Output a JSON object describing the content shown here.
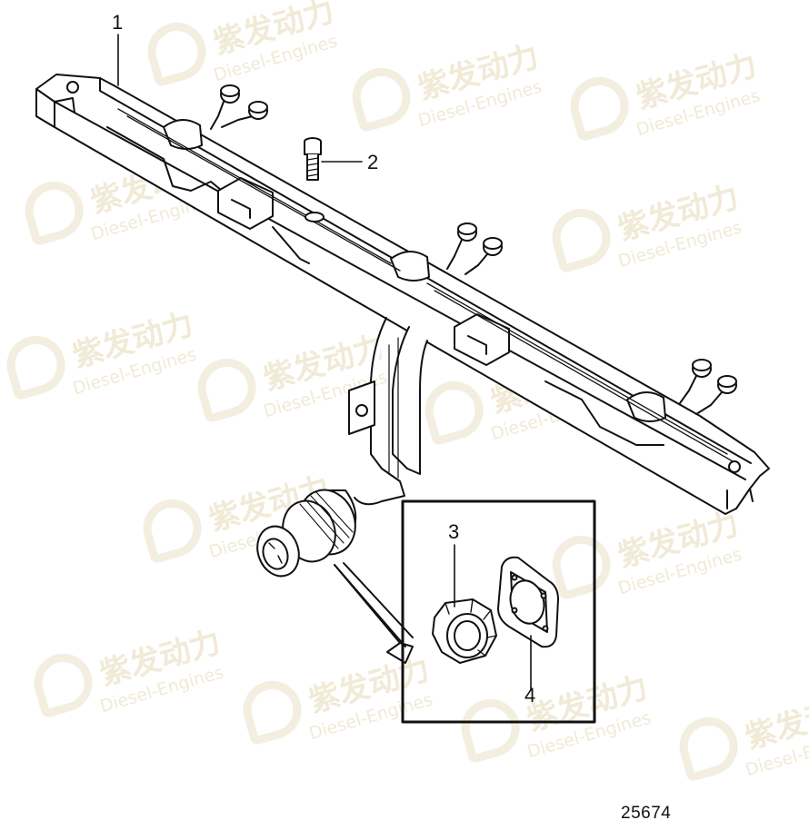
{
  "watermark": {
    "brand_cn": "紫发动力",
    "brand_en": "Diesel-Engines"
  },
  "callouts": [
    {
      "id": "1",
      "label": "1"
    },
    {
      "id": "2",
      "label": "2"
    },
    {
      "id": "3",
      "label": "3"
    },
    {
      "id": "4",
      "label": "4"
    }
  ],
  "drawing_number": "25674",
  "colors": {
    "line": "#111111",
    "watermark": "#f0ead7",
    "background": "#ffffff"
  }
}
